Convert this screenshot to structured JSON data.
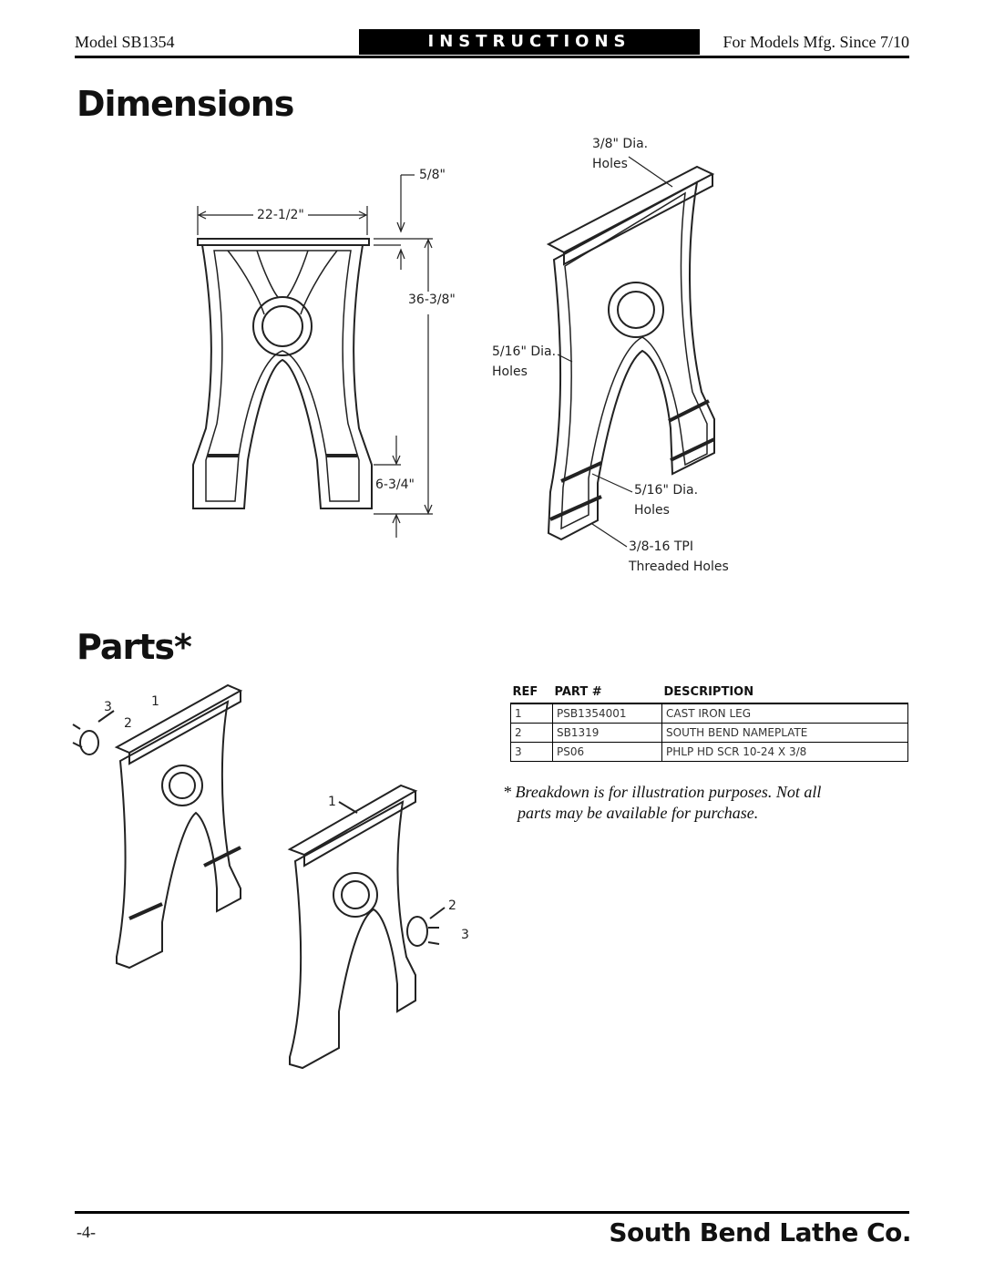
{
  "header": {
    "model": "Model SB1354",
    "section": "INSTRUCTIONS",
    "models_since": "For Models Mfg. Since 7/10"
  },
  "dimensions": {
    "title": "Dimensions",
    "labels": {
      "top_thickness": "5/8\"",
      "width": "22-1/2\"",
      "height": "36-3/8\"",
      "foot_height": "6-3/4\"",
      "top_holes": "3/8\" Dia.",
      "top_holes_2": "Holes",
      "mid_holes": "5/16\" Dia.",
      "mid_holes_2": "Holes",
      "low_holes": "5/16\" Dia.",
      "low_holes_2": "Holes",
      "threaded": "3/8-16 TPI",
      "threaded_2": "Threaded Holes"
    }
  },
  "parts": {
    "title": "Parts*",
    "columns": [
      "REF",
      "PART #",
      "DESCRIPTION"
    ],
    "rows": [
      [
        "1",
        "PSB1354001",
        "CAST IRON LEG"
      ],
      [
        "2",
        "SB1319",
        "SOUTH BEND NAMEPLATE"
      ],
      [
        "3",
        "PS06",
        "PHLP HD SCR 10-24 X 3/8"
      ]
    ],
    "callouts": {
      "c1a": "1",
      "c2a": "2",
      "c3a": "3",
      "c1b": "1",
      "c2b": "2",
      "c3b": "3"
    },
    "note_line1": "* Breakdown is for illustration purposes. Not all",
    "note_line2": "parts may be available for purchase."
  },
  "footer": {
    "page": "-4-",
    "brand": "South Bend Lathe Co."
  }
}
